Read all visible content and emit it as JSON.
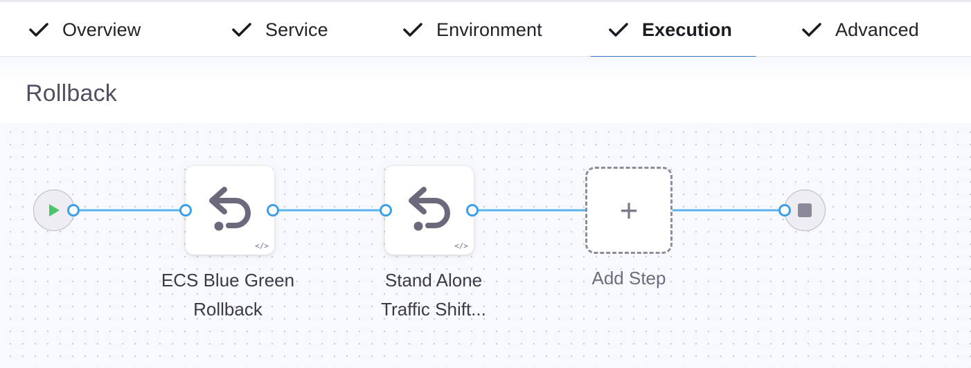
{
  "tabs": [
    {
      "label": "Overview",
      "completed": true,
      "active": false
    },
    {
      "label": "Service",
      "completed": true,
      "active": false
    },
    {
      "label": "Environment",
      "completed": true,
      "active": false
    },
    {
      "label": "Execution",
      "completed": true,
      "active": true
    },
    {
      "label": "Advanced",
      "completed": true,
      "active": false
    }
  ],
  "section": {
    "title": "Rollback"
  },
  "pipeline": {
    "steps": [
      {
        "label_line1": "ECS Blue Green",
        "label_line2": "Rollback",
        "icon": "rollback-icon",
        "badge": "</>"
      },
      {
        "label_line1": "Stand Alone",
        "label_line2": "Traffic Shift...",
        "icon": "rollback-icon",
        "badge": "</>"
      }
    ],
    "add_step_label": "Add Step",
    "add_step_glyph": "+"
  },
  "colors": {
    "accent": "#2f6fcf",
    "edge": "#5ab4ea",
    "port": "#3d9fe8",
    "start_play": "#4cc46a",
    "icon": "#6b6a7d"
  }
}
